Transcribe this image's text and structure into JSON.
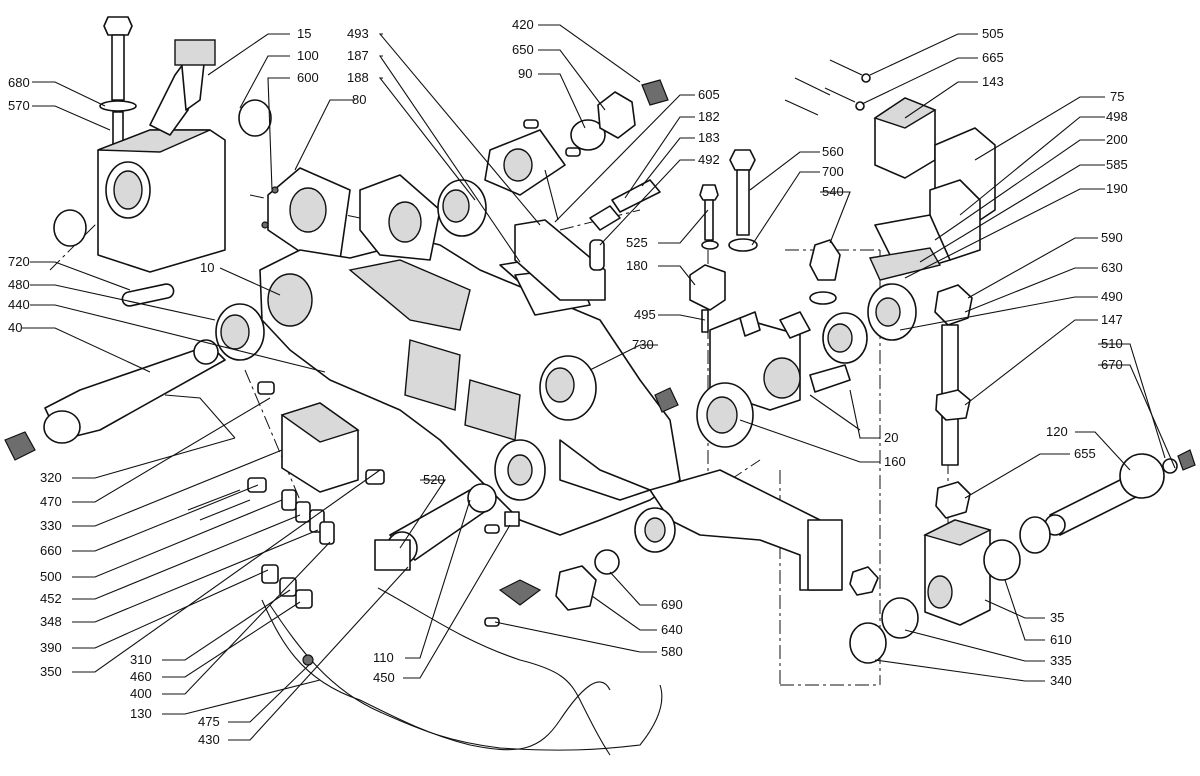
{
  "diagram": {
    "type": "exploded-assembly",
    "callouts": [
      {
        "id": "c680",
        "text": "680"
      },
      {
        "id": "c570",
        "text": "570"
      },
      {
        "id": "c15",
        "text": "15"
      },
      {
        "id": "c100",
        "text": "100"
      },
      {
        "id": "c600",
        "text": "600"
      },
      {
        "id": "c80",
        "text": "80"
      },
      {
        "id": "c493",
        "text": "493"
      },
      {
        "id": "c187",
        "text": "187"
      },
      {
        "id": "c188",
        "text": "188"
      },
      {
        "id": "c420",
        "text": "420"
      },
      {
        "id": "c650",
        "text": "650"
      },
      {
        "id": "c90",
        "text": "90"
      },
      {
        "id": "c605",
        "text": "605"
      },
      {
        "id": "c182",
        "text": "182"
      },
      {
        "id": "c183",
        "text": "183"
      },
      {
        "id": "c492",
        "text": "492"
      },
      {
        "id": "c505",
        "text": "505"
      },
      {
        "id": "c665",
        "text": "665"
      },
      {
        "id": "c143",
        "text": "143"
      },
      {
        "id": "c75",
        "text": "75"
      },
      {
        "id": "c498",
        "text": "498"
      },
      {
        "id": "c200",
        "text": "200"
      },
      {
        "id": "c585",
        "text": "585"
      },
      {
        "id": "c190",
        "text": "190"
      },
      {
        "id": "c560",
        "text": "560"
      },
      {
        "id": "c700",
        "text": "700"
      },
      {
        "id": "c540",
        "text": "540"
      },
      {
        "id": "c525",
        "text": "525"
      },
      {
        "id": "c180",
        "text": "180"
      },
      {
        "id": "c495",
        "text": "495"
      },
      {
        "id": "c590",
        "text": "590"
      },
      {
        "id": "c630",
        "text": "630"
      },
      {
        "id": "c490",
        "text": "490"
      },
      {
        "id": "c147",
        "text": "147"
      },
      {
        "id": "c510",
        "text": "510"
      },
      {
        "id": "c670",
        "text": "670"
      },
      {
        "id": "c720",
        "text": "720"
      },
      {
        "id": "c480",
        "text": "480"
      },
      {
        "id": "c440",
        "text": "440"
      },
      {
        "id": "c40",
        "text": "40"
      },
      {
        "id": "c10",
        "text": "10"
      },
      {
        "id": "c730",
        "text": "730"
      },
      {
        "id": "c20",
        "text": "20"
      },
      {
        "id": "c160",
        "text": "160"
      },
      {
        "id": "c120",
        "text": "120"
      },
      {
        "id": "c655",
        "text": "655"
      },
      {
        "id": "c320",
        "text": "320"
      },
      {
        "id": "c470",
        "text": "470"
      },
      {
        "id": "c330",
        "text": "330"
      },
      {
        "id": "c660",
        "text": "660"
      },
      {
        "id": "c500",
        "text": "500"
      },
      {
        "id": "c452",
        "text": "452"
      },
      {
        "id": "c348",
        "text": "348"
      },
      {
        "id": "c390",
        "text": "390"
      },
      {
        "id": "c350",
        "text": "350"
      },
      {
        "id": "c520",
        "text": "520"
      },
      {
        "id": "c310",
        "text": "310"
      },
      {
        "id": "c460",
        "text": "460"
      },
      {
        "id": "c400",
        "text": "400"
      },
      {
        "id": "c130",
        "text": "130"
      },
      {
        "id": "c475",
        "text": "475"
      },
      {
        "id": "c430",
        "text": "430"
      },
      {
        "id": "c110",
        "text": "110"
      },
      {
        "id": "c450",
        "text": "450"
      },
      {
        "id": "c690",
        "text": "690"
      },
      {
        "id": "c640",
        "text": "640"
      },
      {
        "id": "c580",
        "text": "580"
      },
      {
        "id": "c35",
        "text": "35"
      },
      {
        "id": "c610",
        "text": "610"
      },
      {
        "id": "c335",
        "text": "335"
      },
      {
        "id": "c340",
        "text": "340"
      }
    ]
  }
}
